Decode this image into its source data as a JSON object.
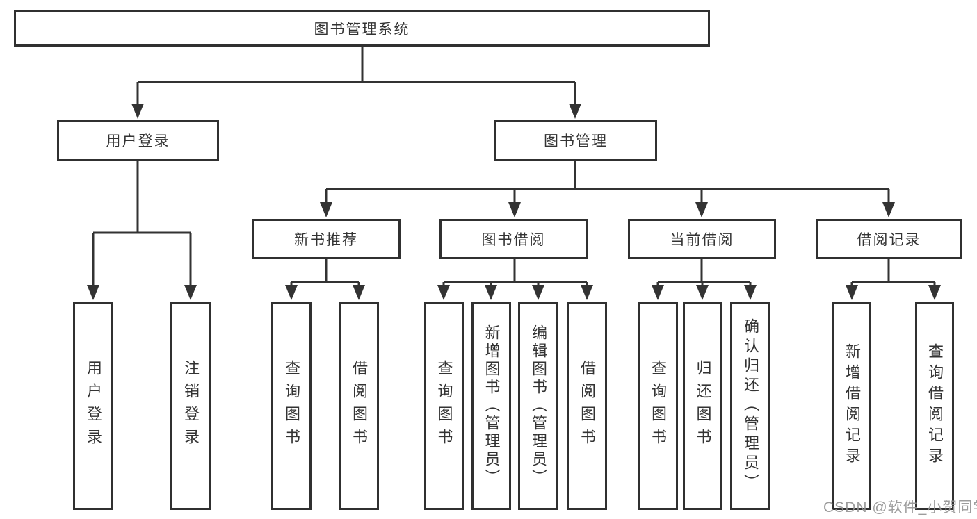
{
  "diagram": {
    "title_node": {
      "label": "图书管理系统"
    },
    "level2": [
      {
        "label": "用户登录"
      },
      {
        "label": "图书管理"
      }
    ],
    "level3": [
      {
        "label": "新书推荐"
      },
      {
        "label": "图书借阅"
      },
      {
        "label": "当前借阅"
      },
      {
        "label": "借阅记录"
      }
    ],
    "leaves": {
      "login": [
        {
          "label": "用户登录"
        },
        {
          "label": "注销登录"
        }
      ],
      "newbook": [
        {
          "label": "查询图书"
        },
        {
          "label": "借阅图书"
        }
      ],
      "borrow": [
        {
          "label": "查询图书"
        },
        {
          "label": "新增图书（管理员）"
        },
        {
          "label": "编辑图书（管理员）"
        },
        {
          "label": "借阅图书"
        }
      ],
      "current": [
        {
          "label": "查询图书"
        },
        {
          "label": "归还图书"
        },
        {
          "label": "确认归还（管理员）"
        }
      ],
      "records": [
        {
          "label": "新增借阅记录"
        },
        {
          "label": "查询借阅记录"
        }
      ]
    },
    "watermark": "CSDN @软件_小贺同学",
    "colors": {
      "line": "#333333",
      "border": "#303030",
      "text": "#333333",
      "background": "#ffffff",
      "watermark": "#949494"
    }
  }
}
